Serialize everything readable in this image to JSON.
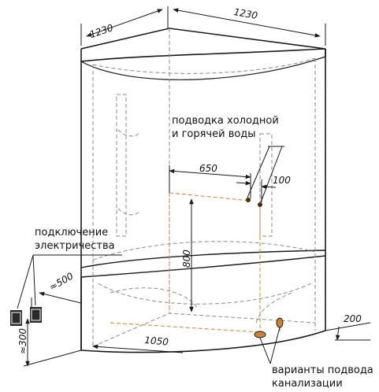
{
  "dimensions": {
    "width_left": "1230",
    "width_right": "1230",
    "d650": "650",
    "d100": "100",
    "d800": "800",
    "d500": "≈500",
    "d300": "≈300",
    "d1050": "1050",
    "d200": "200"
  },
  "callouts": {
    "water_line1": "подводка холодной",
    "water_line2": "и горячей воды",
    "power_line1": "подключение",
    "power_line2": "электричества",
    "drain_line1": "варианты подвода",
    "drain_line2": "канализации"
  },
  "colors": {
    "line": "#1a1a1a",
    "hidden": "#8a8a8a",
    "accent": "#c8843a"
  }
}
